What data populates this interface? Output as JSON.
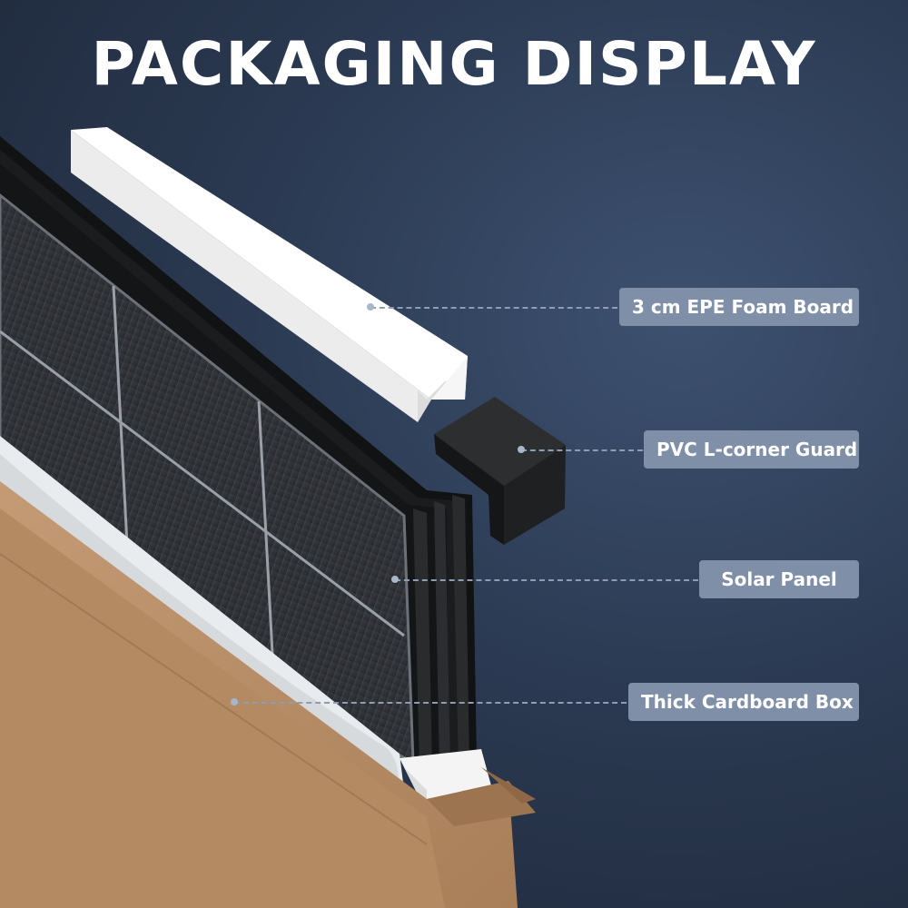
{
  "title": "PACKAGING DISPLAY",
  "labels": {
    "foam_board": "3 cm EPE Foam Board",
    "corner_guard": "PVC L-corner Guard",
    "solar_panel": "Solar Panel",
    "cardboard_box": "Thick Cardboard Box"
  },
  "colors": {
    "background": "#2b3a52",
    "label_bg": "#7f8fa8",
    "cardboard": "#b8906a",
    "panel": "#1a1a1a",
    "foam": "#f2f2f2"
  }
}
